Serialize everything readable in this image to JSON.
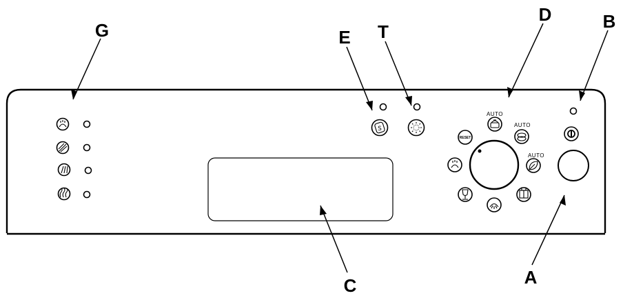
{
  "callouts": {
    "A": "A",
    "B": "B",
    "C": "C",
    "D": "D",
    "E": "E",
    "G": "G",
    "T": "T"
  },
  "program_labels": {
    "auto_1": "AUTO",
    "auto_2": "AUTO",
    "auto_3": "AUTO",
    "reset": "RESET"
  },
  "icons": {
    "option_1": "spray-wash-icon",
    "option_2": "brush-icon",
    "option_3": "rinse-icon",
    "option_4": "dry-steam-icon",
    "salt": "salt-icon",
    "rinse_aid": "rinse-aid-icon",
    "power": "power-icon",
    "program_auto_1": "pot-icon",
    "program_auto_2": "dish-icon",
    "program_auto_3": "leaf-eco-icon",
    "program_half_load": "half-load-icon",
    "program_rinse": "rinse-icon",
    "program_glass": "glass-icon",
    "program_prewash": "prewash-icon",
    "program_reset": "reset-icon"
  },
  "colors": {
    "line": "#000000",
    "background": "#ffffff"
  }
}
